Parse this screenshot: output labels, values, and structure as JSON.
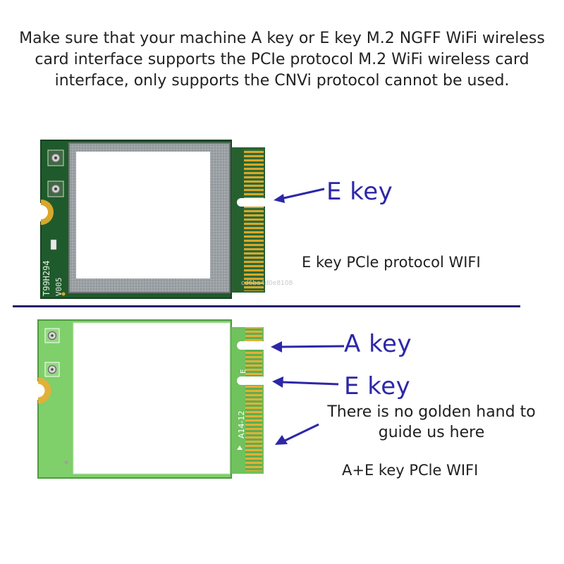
{
  "intro": {
    "lines": [
      "Make sure that your machine A key or E key M.2 NGFF WiFi wireless",
      "card interface supports the PCIe protocol M.2 WiFi wireless card",
      "interface, only supports the CNVi protocol cannot be used."
    ]
  },
  "top_card": {
    "pcb_text": "T99H294",
    "pcb_text_2": "V005",
    "key_label": "E key",
    "protocol_label": "E key PCle protocol WIFI",
    "watermark": "cd6ba4d0e8108"
  },
  "bottom_card": {
    "pin_label_a": "A",
    "pin_label_e": "E",
    "pin_label_range": "A14-12",
    "key_label_a": "A key",
    "key_label_e": "E key",
    "note_lines": [
      "There is no golden hand to",
      "guide us here"
    ],
    "protocol_label": "A+E key PCle WIFI"
  },
  "colors": {
    "arrow": "#2d27a8",
    "pcb_dark": "#1f5a2c",
    "pcb_light": "#7fcf6a",
    "gold": "#d9a82a",
    "divider": "#22206b"
  }
}
